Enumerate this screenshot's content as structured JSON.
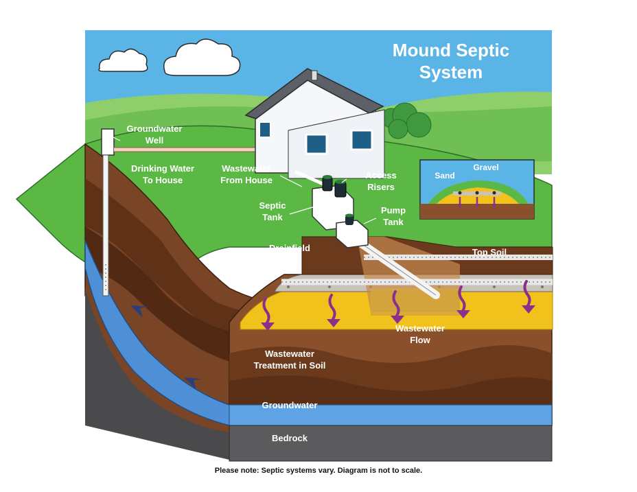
{
  "title": {
    "line1": "Mound Septic",
    "line2": "System"
  },
  "labels": {
    "groundwater_well_1": "Groundwater",
    "groundwater_well_2": "Well",
    "drinking_water_1": "Drinking Water",
    "drinking_water_2": "To House",
    "wastewater_house_1": "Wastewater",
    "wastewater_house_2": "From House",
    "access_risers_1": "Access",
    "access_risers_2": "Risers",
    "septic_tank_1": "Septic",
    "septic_tank_2": "Tank",
    "pump_tank_1": "Pump",
    "pump_tank_2": "Tank",
    "drainfield": "Drainfield",
    "top_soil": "Top Soil",
    "wastewater_flow_1": "Wastewater",
    "wastewater_flow_2": "Flow",
    "treatment_1": "Wastewater",
    "treatment_2": "Treatment in Soil",
    "groundwater": "Groundwater",
    "bedrock": "Bedrock"
  },
  "inset": {
    "sand": "Sand",
    "gravel": "Gravel"
  },
  "footnote": "Please note: Septic systems vary. Diagram is not to scale.",
  "colors": {
    "sky": "#5ab4e6",
    "grass": "#5cb845",
    "hill": "#8fcf6b",
    "soil_dark": "#5a2f16",
    "soil_mid": "#7a4526",
    "soil_light": "#a8673a",
    "sand": "#f1c21b",
    "groundwater": "#4e8fd6",
    "bedrock": "#5b5b5d",
    "arrow": "#8b2f8f"
  }
}
